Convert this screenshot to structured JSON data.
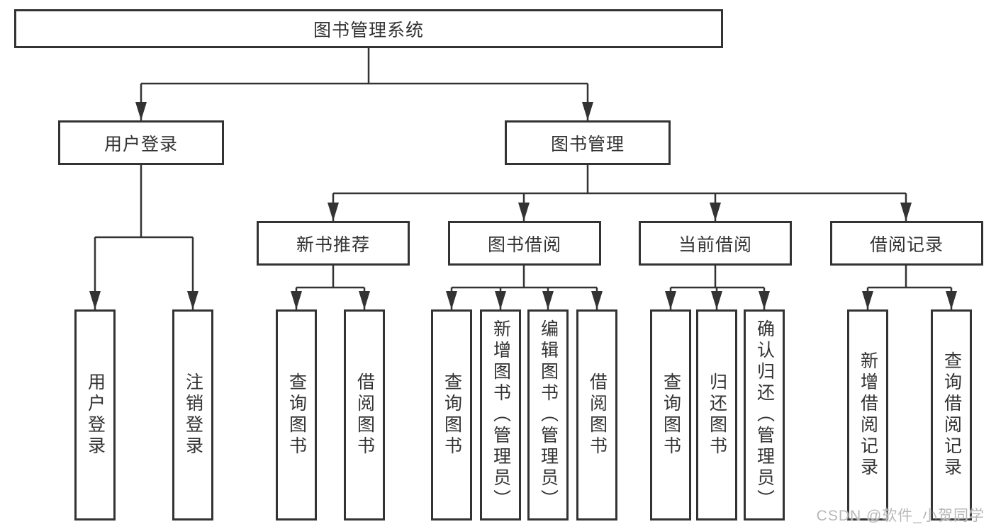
{
  "diagram": {
    "root": {
      "label": "图书管理系统"
    },
    "level2": [
      {
        "label": "用户登录"
      },
      {
        "label": "图书管理"
      }
    ],
    "level3": [
      {
        "label": "新书推荐"
      },
      {
        "label": "图书借阅"
      },
      {
        "label": "当前借阅"
      },
      {
        "label": "借阅记录"
      }
    ],
    "leaves": [
      {
        "label": "用户登录"
      },
      {
        "label": "注销登录"
      },
      {
        "label": "查询图书"
      },
      {
        "label": "借阅图书"
      },
      {
        "label": "查询图书"
      },
      {
        "label": "新增图书（管理员）"
      },
      {
        "label": "编辑图书（管理员）"
      },
      {
        "label": "借阅图书"
      },
      {
        "label": "查询图书"
      },
      {
        "label": "归还图书"
      },
      {
        "label": "确认归还（管理员）"
      },
      {
        "label": "新增借阅记录"
      },
      {
        "label": "查询借阅记录"
      }
    ]
  },
  "watermark": "CSDN @软件_小贺同学",
  "colors": {
    "line": "#333333",
    "box_border": "#333333",
    "text": "#333333",
    "watermark": "#b8b8b8",
    "background": "#ffffff"
  }
}
